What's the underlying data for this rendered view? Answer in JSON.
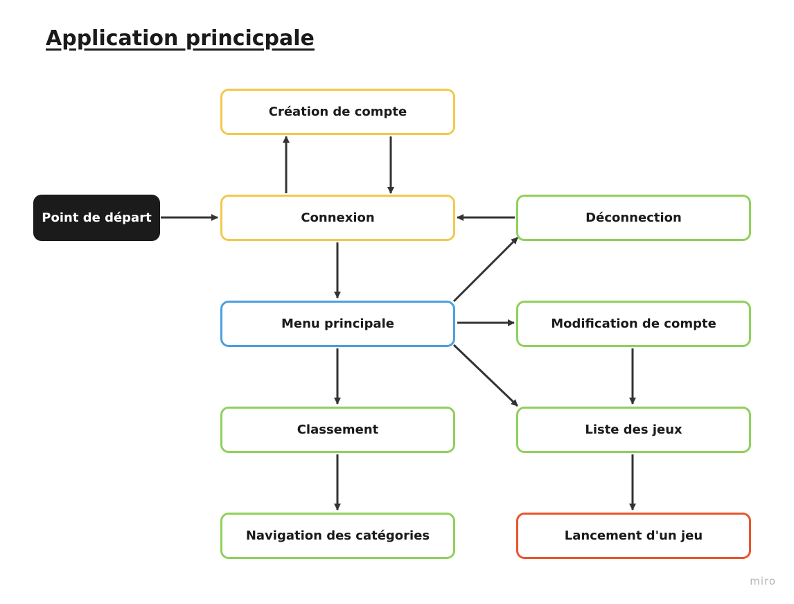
{
  "title": "Application princicpale",
  "watermark": "miro",
  "colors": {
    "yellow": "#f2c94c",
    "blue": "#4a9fe0",
    "green": "#8fd05a",
    "red": "#e8552e",
    "start_fill": "#1b1b1b",
    "arrow": "#333333"
  },
  "nodes": {
    "start": "Point de départ",
    "creation": "Création de compte",
    "connexion": "Connexion",
    "deconnection": "Déconnection",
    "menu": "Menu principale",
    "modification": "Modification de compte",
    "classement": "Classement",
    "liste": "Liste des jeux",
    "navigation": "Navigation des catégories",
    "lancement": "Lancement d'un jeu"
  },
  "edges": [
    {
      "from": "start",
      "to": "connexion"
    },
    {
      "from": "connexion",
      "to": "creation"
    },
    {
      "from": "creation",
      "to": "connexion"
    },
    {
      "from": "deconnection",
      "to": "connexion"
    },
    {
      "from": "connexion",
      "to": "menu"
    },
    {
      "from": "menu",
      "to": "deconnection"
    },
    {
      "from": "menu",
      "to": "modification"
    },
    {
      "from": "menu",
      "to": "liste"
    },
    {
      "from": "menu",
      "to": "classement"
    },
    {
      "from": "modification",
      "to": "liste"
    },
    {
      "from": "classement",
      "to": "navigation"
    },
    {
      "from": "liste",
      "to": "lancement"
    }
  ]
}
